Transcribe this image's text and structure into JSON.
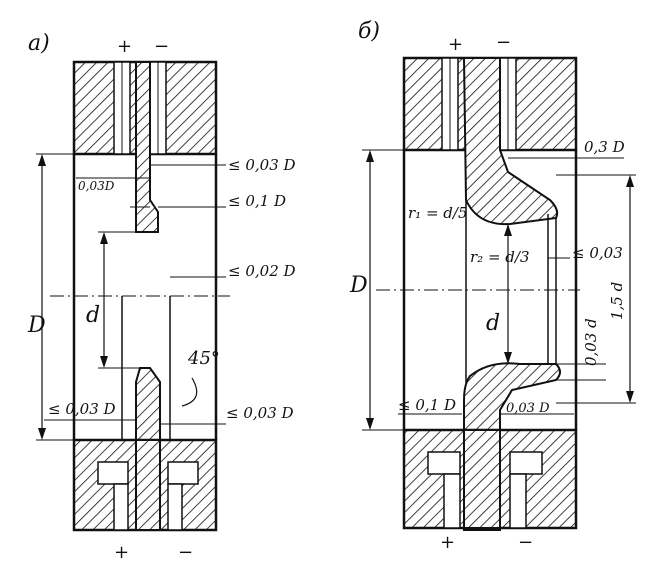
{
  "panel_a": {
    "label": "a)",
    "pol_top_plus": "+",
    "pol_top_minus": "−",
    "pol_bot_plus": "+",
    "pol_bot_minus": "−",
    "dim_D": "D",
    "dim_d": "d",
    "dim_003D_inner": "0,03D",
    "dim_le003D_top": "≤ 0,03 D",
    "dim_le01D": "≤ 0,1 D",
    "dim_le002D": "≤ 0,02 D",
    "angle": "45°",
    "dim_le003D_bl": "≤ 0,03 D",
    "dim_le003D_br": "≤ 0,03 D"
  },
  "panel_b": {
    "label": "б)",
    "pol_top_plus": "+",
    "pol_top_minus": "−",
    "pol_bot_plus": "+",
    "pol_bot_minus": "−",
    "dim_D": "D",
    "dim_d": "d",
    "r1": "r₁ = d/5",
    "r2": "r₂ = d/3",
    "dim_03D": "0,3 D",
    "dim_le003": "≤ 0,03",
    "dim_003d": "0,03 d",
    "dim_15d": "1,5 d",
    "dim_le01D": "≤ 0,1 D",
    "dim_003D": "0,03 D"
  }
}
